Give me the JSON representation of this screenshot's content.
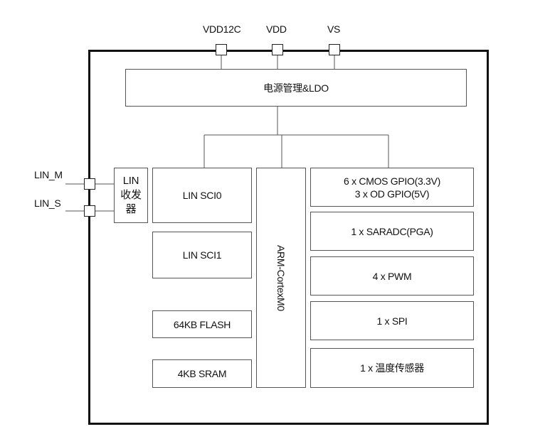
{
  "pins": {
    "vdd12c": "VDD12C",
    "vdd": "VDD",
    "vs": "VS",
    "lin_m": "LIN_M",
    "lin_s": "LIN_S"
  },
  "blocks": {
    "power_ldo": "电源管理&LDO",
    "lin_transceiver": [
      "LIN",
      "收发",
      "器"
    ],
    "lin_sci0": "LIN SCI0",
    "lin_sci1": "LIN SCI1",
    "flash": "64KB FLASH",
    "sram": "4KB SRAM",
    "cpu": "ARM-CortexM0",
    "gpio_line1": "6 x CMOS GPIO(3.3V)",
    "gpio_line2": "3 x OD GPIO(5V)",
    "adc": "1 x SARADC(PGA)",
    "pwm": "4 x PWM",
    "spi": "1 x SPI",
    "temp_sensor": "1 x 温度传感器"
  }
}
